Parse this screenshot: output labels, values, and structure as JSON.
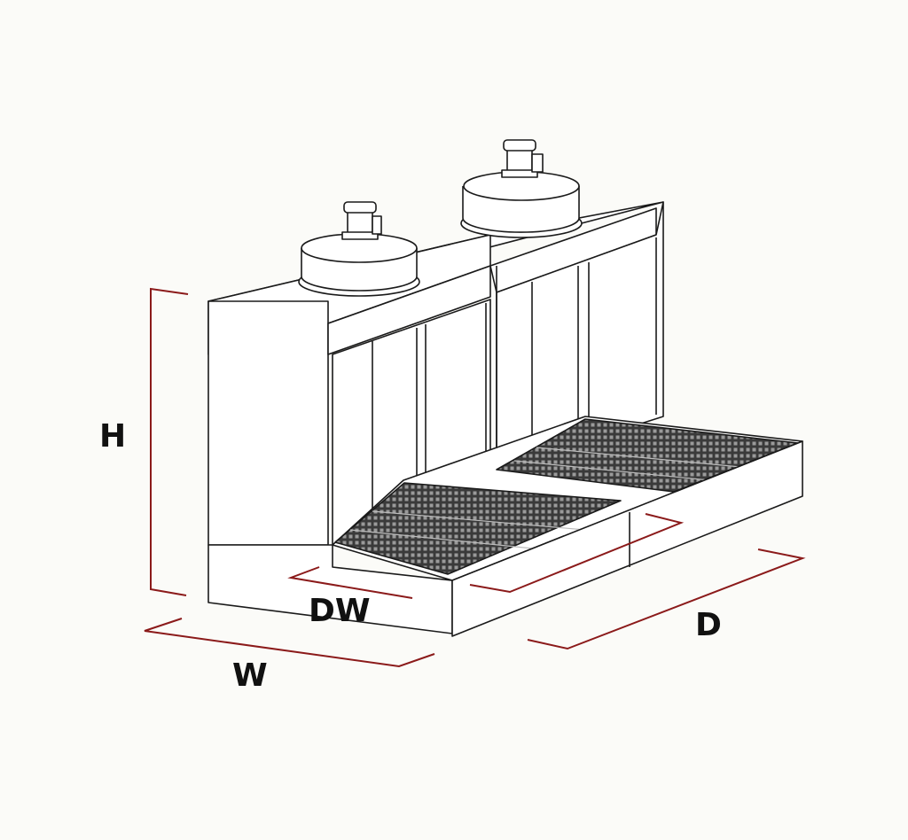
{
  "labels": {
    "height": "H",
    "door_width": "DW",
    "width": "W",
    "depth": "D"
  },
  "colors": {
    "background": "#fbfbf8",
    "line": "#1a1a1a",
    "panel": "#ffffff",
    "grate": "#3a3a3a",
    "dimension": "#8b1a1a"
  }
}
